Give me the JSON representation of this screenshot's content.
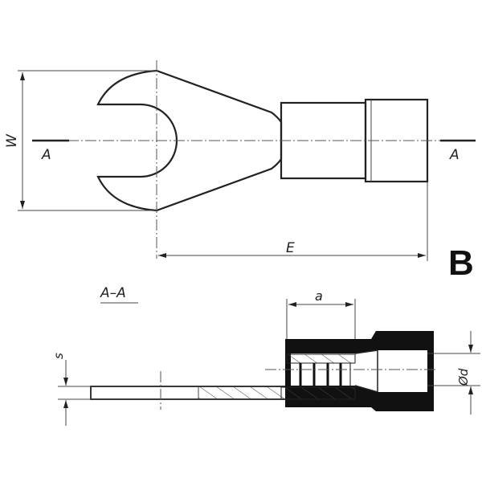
{
  "drawing": {
    "dimension_w": "W",
    "dimension_e": "E",
    "section_mark_left": "A",
    "section_mark_right": "A",
    "variant_label": "B",
    "section_title": "A–A",
    "dimension_a": "a",
    "dimension_s": "s",
    "dimension_d": "Ød"
  }
}
